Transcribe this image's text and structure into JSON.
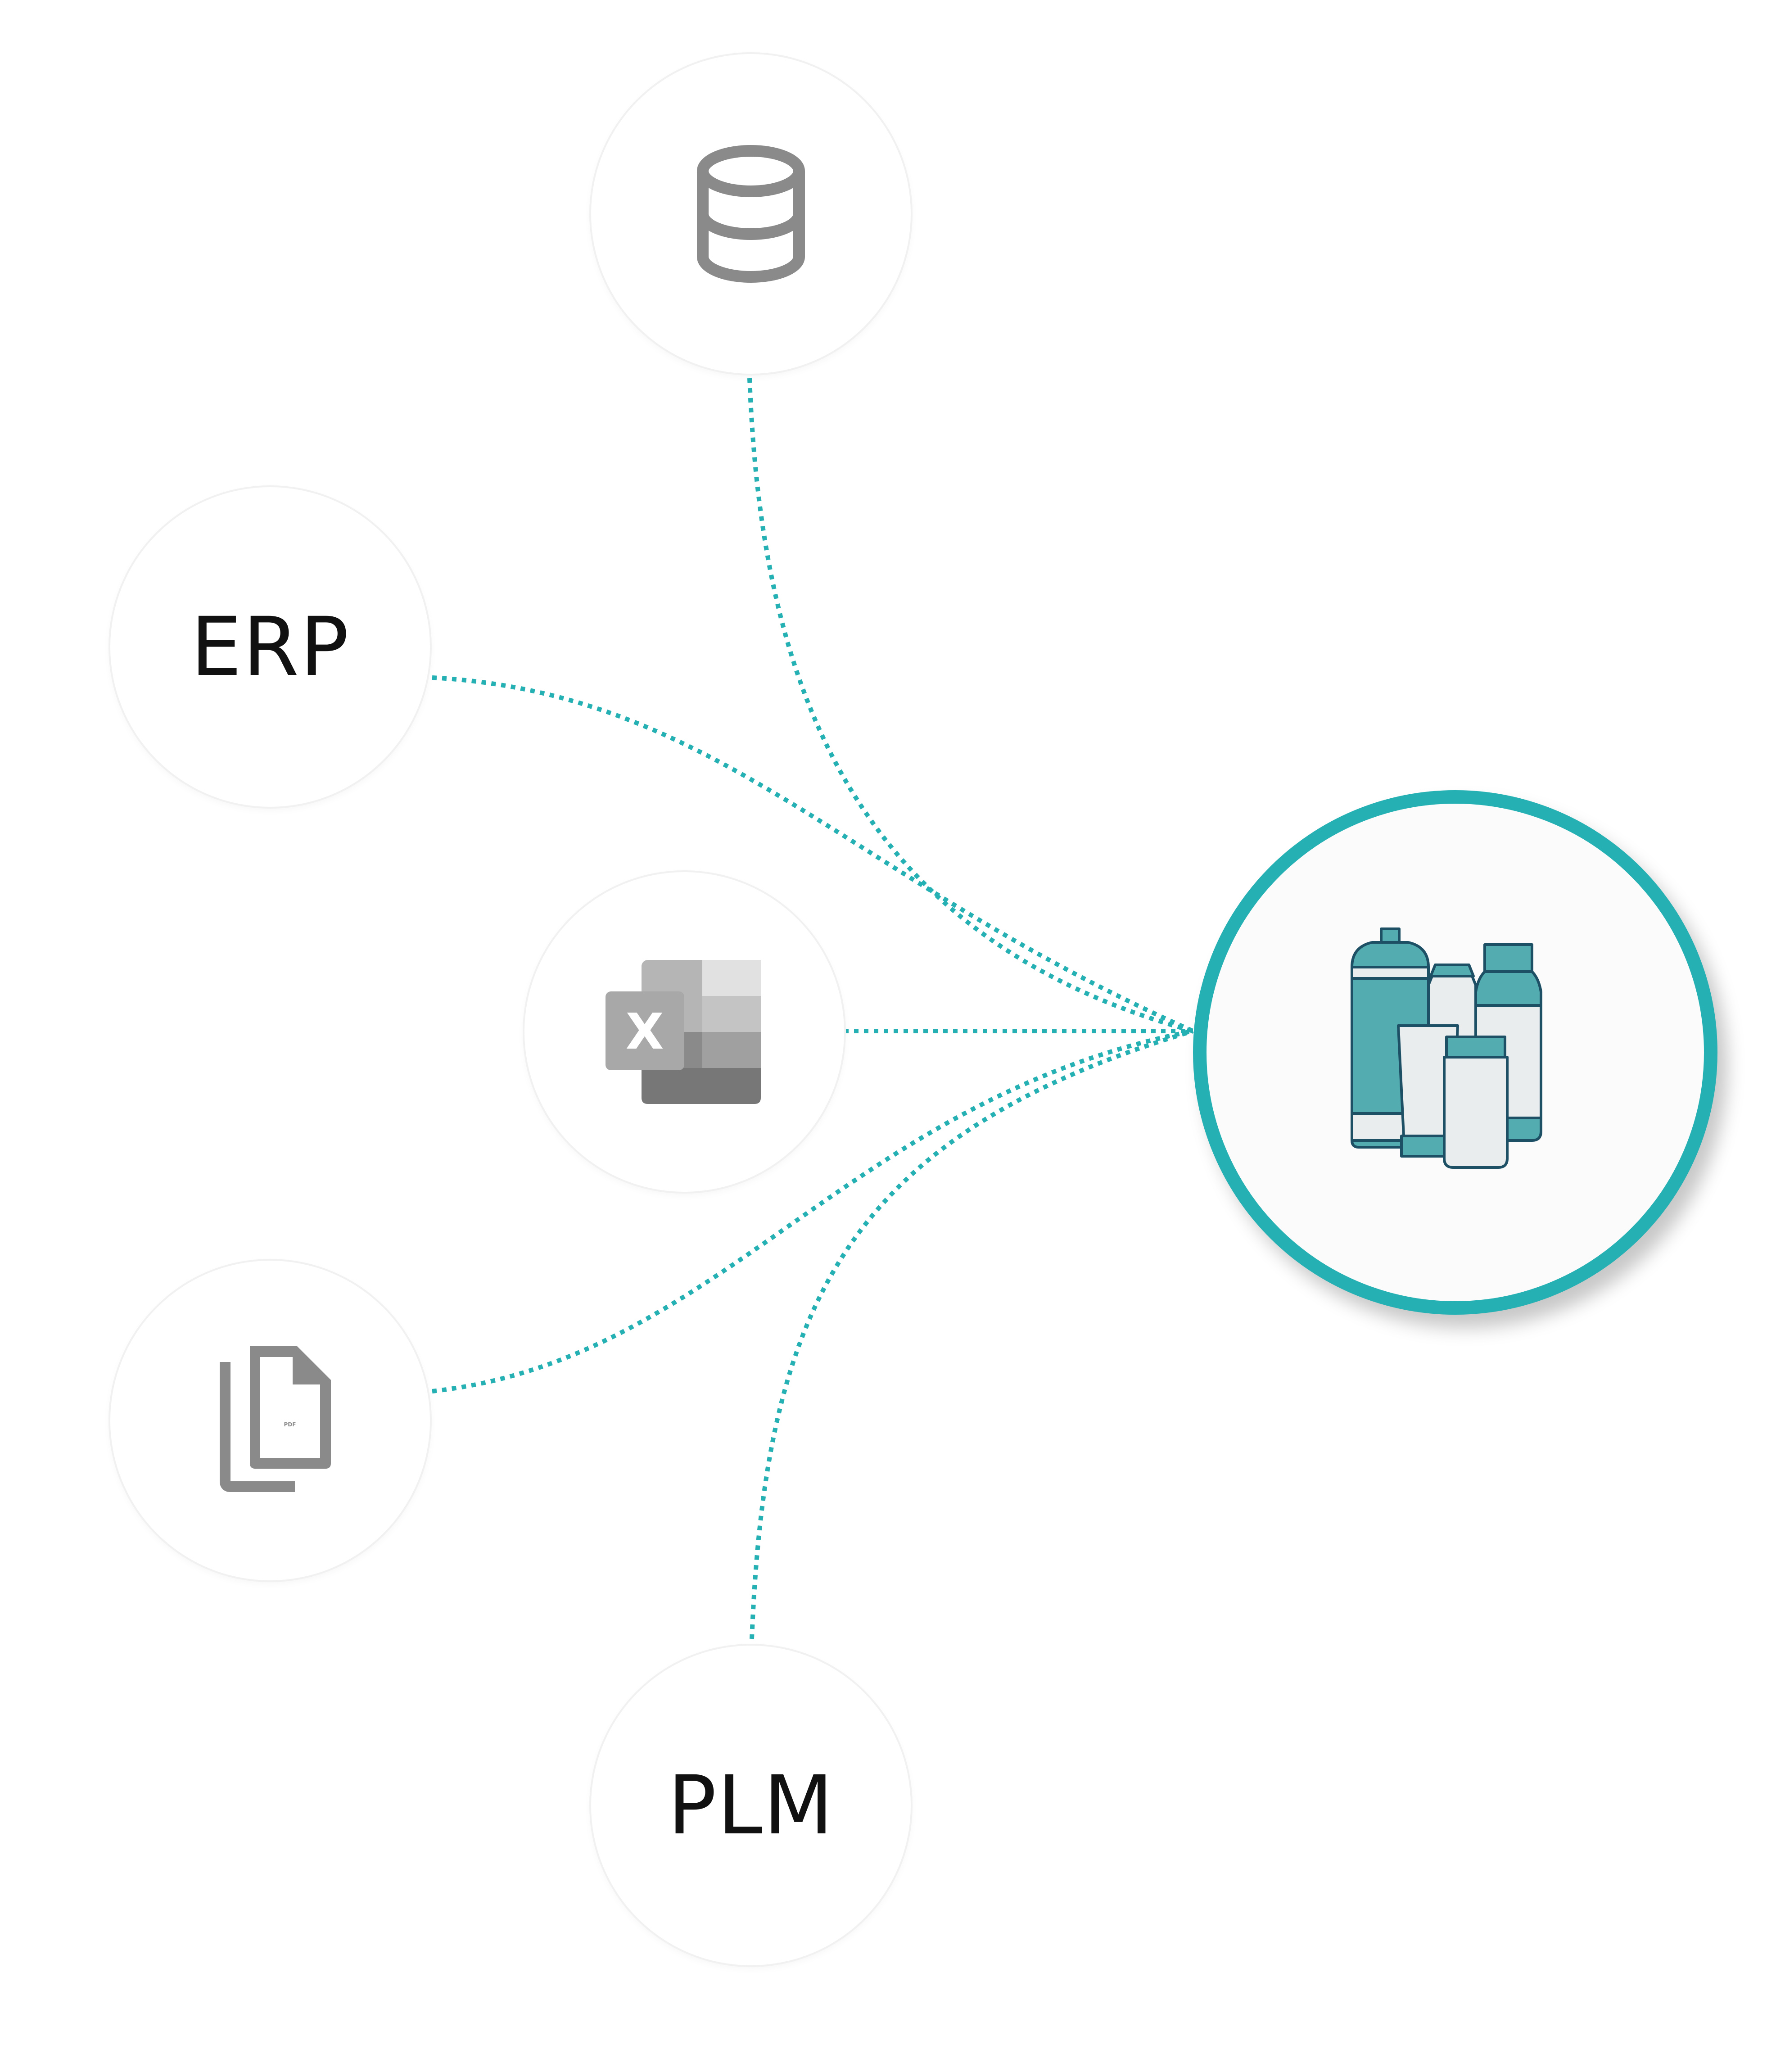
{
  "diagram": {
    "sources": [
      {
        "id": "database",
        "icon": "database-icon",
        "label": ""
      },
      {
        "id": "erp",
        "icon": "",
        "label": "ERP"
      },
      {
        "id": "excel",
        "icon": "excel-icon",
        "label": "",
        "icon_letter": "X"
      },
      {
        "id": "pdf",
        "icon": "pdf-documents-icon",
        "label": "",
        "icon_text": "PDF"
      },
      {
        "id": "plm",
        "icon": "",
        "label": "PLM"
      }
    ],
    "hub": {
      "id": "products",
      "icon": "product-bottles-icon"
    },
    "connectors": [
      "database",
      "erp",
      "excel",
      "pdf",
      "plm"
    ],
    "colors": {
      "accent": "#25b0b3",
      "icon_gray": "#8a8a8a",
      "bottle_fill": "#53adb0",
      "bottle_light": "#eaeded",
      "bottle_outline": "#1d4f65"
    }
  }
}
